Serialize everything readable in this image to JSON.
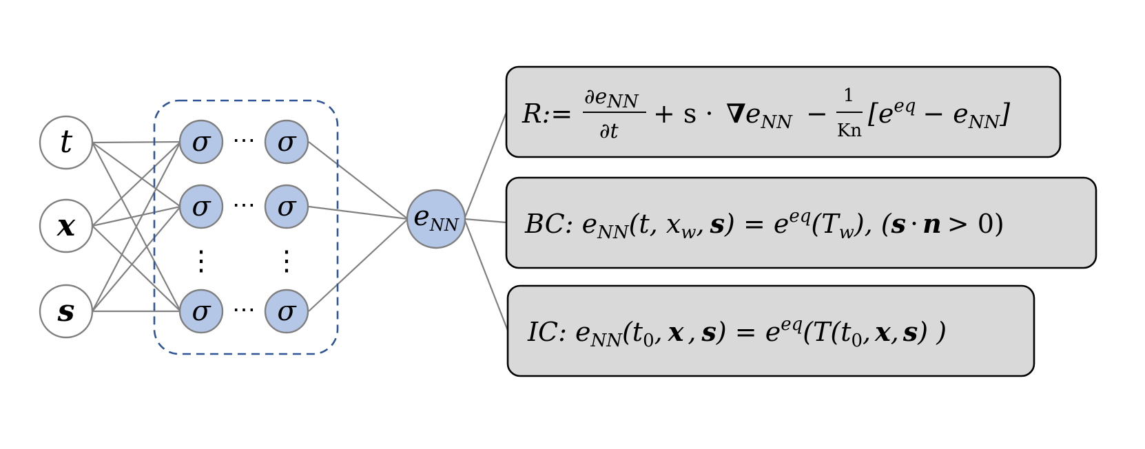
{
  "inputs": [
    "t",
    "x",
    "s"
  ],
  "hidden": {
    "node": "σ",
    "hdots": "⋯",
    "vdots": "⋮"
  },
  "output": {
    "base": "e",
    "sub": "NN"
  },
  "equations": {
    "residual": {
      "lhs": "R:=",
      "frac1_num_base": "∂e",
      "frac1_num_sub": "NN",
      "frac1_den": "∂t",
      "plus_s": "+ s ·",
      "nabla": "∇",
      "e": "e",
      "sub": "NN",
      "minus": "−",
      "frac2_num": "1",
      "frac2_den": "Kn",
      "bracket_open": "[e",
      "sup": "eq",
      "minus_e": "− e",
      "sub2": "NN",
      "bracket_close": "]"
    },
    "boundary": {
      "label": "BC",
      "colon_e": ": e",
      "sub": "NN",
      "args_open": "(t, x",
      "args_sub": "w",
      "comma": ",",
      "s": "s",
      "args_close": ") = e",
      "sup": "eq",
      "tw_open": "(T",
      "tw_sub": "w",
      "tw_close": "), (",
      "cond_s": "s",
      "dot": "·",
      "cond_n": "n",
      "cond_rest": "> 0)"
    },
    "initial": {
      "label": "IC",
      "colon_e": ": e",
      "sub": "NN",
      "open": "(t",
      "t_sub": "0",
      "comma1": ",",
      "x": "x",
      "comma2": ",",
      "s": "s",
      "close_eq": ") = e",
      "sup": "eq",
      "t_open": "(T(t",
      "t2_sub": "0",
      "comma3": ",",
      "x2": "x",
      "comma4": ",",
      "s2": "s",
      "close": ") )"
    }
  },
  "colors": {
    "node_fill": "#b4c7e7",
    "node_stroke": "#7f7f7f",
    "edge": "#808080",
    "dashed_box": "#2f5597",
    "eq_box_fill": "#d9d9d9",
    "eq_box_stroke": "#000000"
  }
}
